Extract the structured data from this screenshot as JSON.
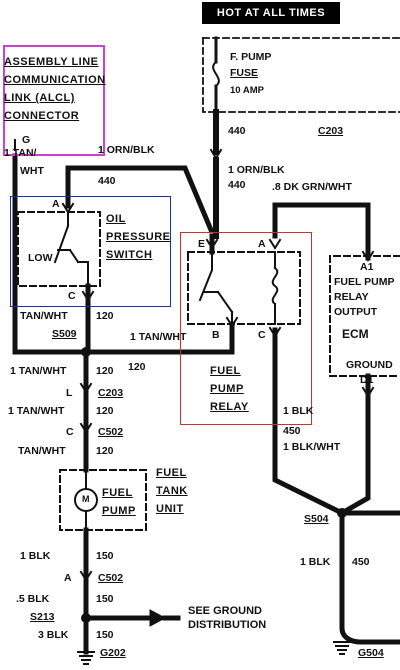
{
  "header": {
    "title": "HOT AT ALL TIMES"
  },
  "fuse": {
    "line1": "F. PUMP",
    "line2": "FUSE",
    "rating": "10 AMP"
  },
  "aldl": {
    "line1": "ASSEMBLY LINE",
    "line2": "COMMUNICATION",
    "line3": "LINK (ALCL)",
    "line4": "CONNECTOR",
    "pin": "G"
  },
  "oil_switch": {
    "line1": "OIL",
    "line2": "PRESSURE",
    "line3": "SWITCH",
    "state": "LOW",
    "pin_a": "A",
    "pin_c": "C"
  },
  "relay": {
    "line1": "FUEL",
    "line2": "PUMP",
    "line3": "RELAY",
    "pin_e": "E",
    "pin_a": "A",
    "pin_b": "B",
    "pin_c": "C"
  },
  "ecm": {
    "pin_a1": "A1",
    "line1": "FUEL PUMP",
    "line2": "RELAY",
    "line3": "OUTPUT",
    "name": "ECM",
    "ground_label": "GROUND",
    "pin_d1": "D1"
  },
  "pump": {
    "line1": "FUEL",
    "line2": "TANK",
    "line3": "UNIT",
    "motor": "M",
    "label1": "FUEL",
    "label2": "PUMP"
  },
  "wires": {
    "tan_wht_1": "1 TAN/",
    "tan_wht_1b": "WHT",
    "orn_blk_1": "1 ORN/BLK",
    "orn_blk_2": "1 ORN/BLK",
    "circuit_440a": "440",
    "circuit_440b": "440",
    "circuit_440c": "440",
    "dk_grn_wht": ".8 DK GRN/WHT",
    "tan_wht_oil": "TAN/WHT",
    "circuit_120a": "120",
    "tan_wht_mid": "1 TAN/WHT",
    "circuit_120b": "120",
    "tan_wht_l": "1 TAN/WHT",
    "circuit_120c": "120",
    "circuit_120d": "120",
    "tan_wht_c": "1 TAN/WHT",
    "circuit_120e": "120",
    "tan_wht_bot": "TAN/WHT",
    "circuit_120f": "120",
    "blk_1": "1 BLK",
    "circuit_450a": "450",
    "blk_wht": "1 BLK/WHT",
    "blk_bot": "1 BLK",
    "circuit_150a": "150",
    "blk_5": ".5 BLK",
    "circuit_150b": "150",
    "blk_3": "3 BLK",
    "circuit_150c": "150",
    "blk_right": "1 BLK",
    "circuit_450b": "450"
  },
  "connectors": {
    "c203a": "C203",
    "s509": "S509",
    "c203b": "C203",
    "c203b_pin": "L",
    "c502a": "C502",
    "c502a_pin": "C",
    "c502b": "C502",
    "c502b_pin": "A",
    "s213": "S213",
    "s504": "S504",
    "g202": "G202",
    "g504": "G504"
  },
  "ground_ref": {
    "line1": "SEE GROUND",
    "line2": "DISTRIBUTION"
  }
}
